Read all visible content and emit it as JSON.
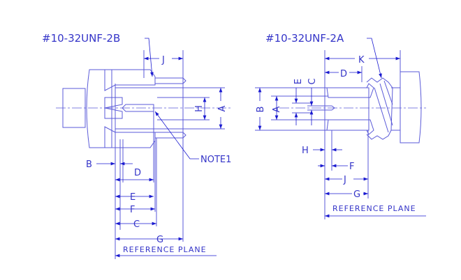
{
  "left_view": {
    "thread_callout": "#10-32UNF-2B",
    "note": "NOTE1",
    "dims": {
      "J": "J",
      "H": "H",
      "A": "A",
      "B": "B",
      "D": "D",
      "E": "E",
      "F": "F",
      "C": "C",
      "G": "G"
    },
    "reference": "REFERENCE PLANE"
  },
  "right_view": {
    "thread_callout": "#10-32UNF-2A",
    "dims": {
      "K": "K",
      "D": "D",
      "E": "E",
      "C": "C",
      "B": "B",
      "A": "A",
      "H": "H",
      "F": "F",
      "J": "J",
      "G": "G"
    },
    "reference": "REFERENCE PLANE"
  },
  "colors": {
    "outline": "#5a5ad8",
    "dimension": "#1a1ad0"
  }
}
